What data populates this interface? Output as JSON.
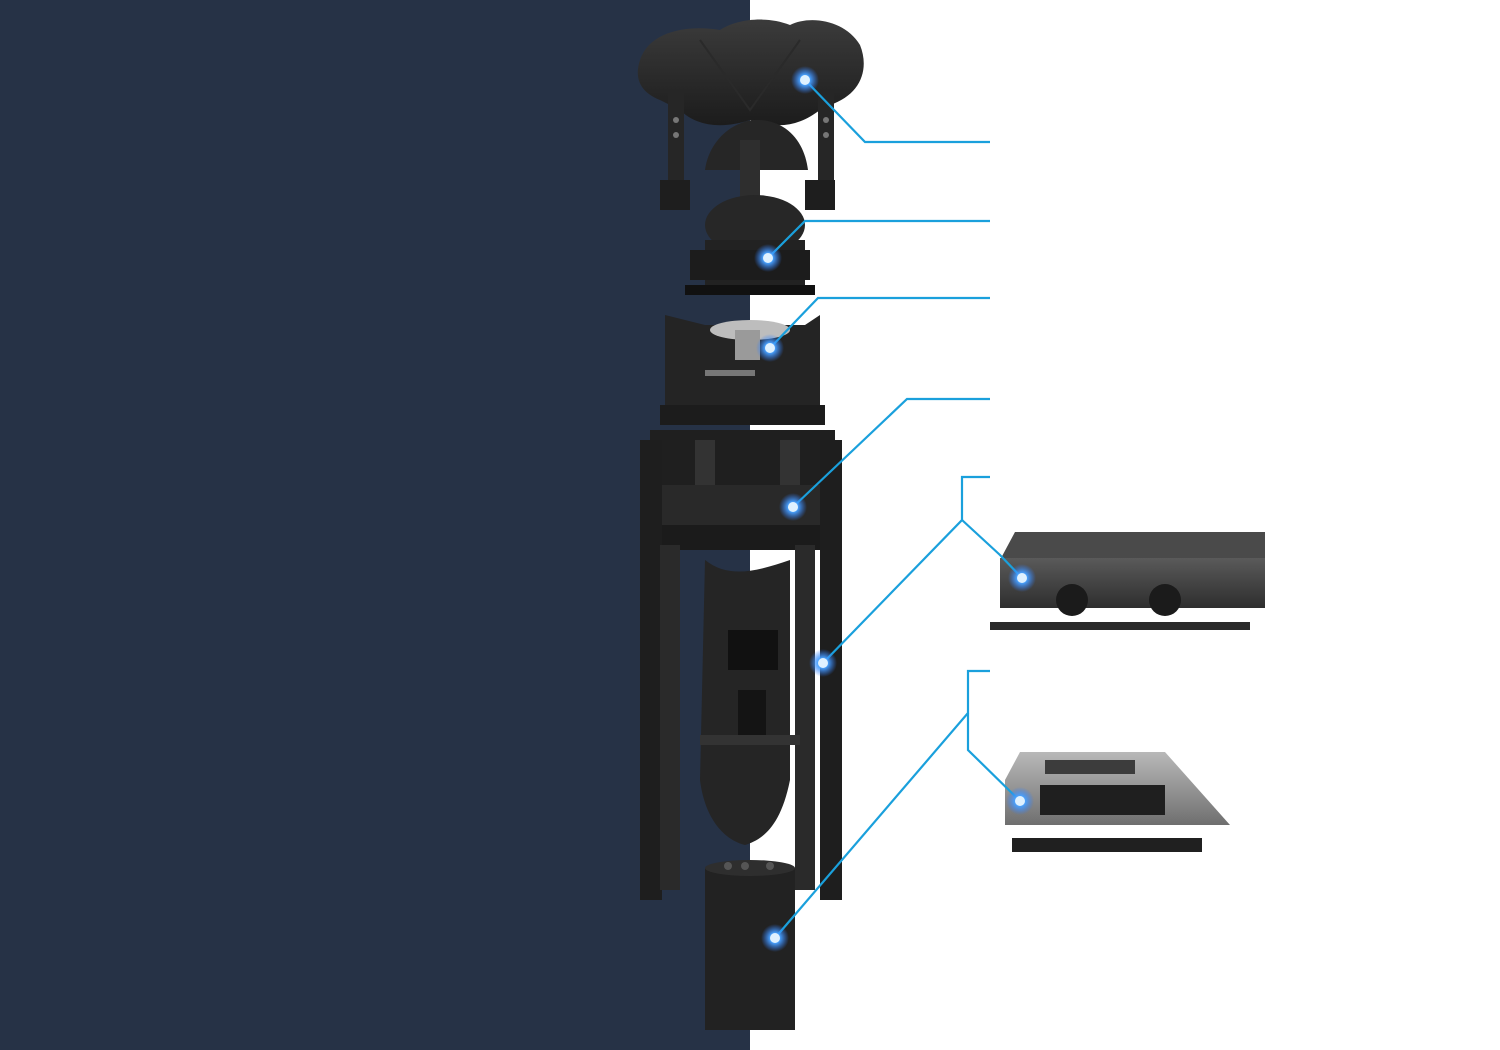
{
  "colors": {
    "left_panel_bg": "#263246",
    "right_panel_bg": "#ffffff",
    "leader_line": "#1aa0dc",
    "hotspot_core": "#5fb8ff",
    "hotspot_glow": "#2f7bff",
    "part_dark": "#1f1f1f",
    "part_mid": "#2c2c2c",
    "part_light": "#3a3a3a",
    "plate_gray": "#4a4a4a",
    "plate_silver": "#9a9a9a"
  },
  "components": [
    {
      "id": "head-shell",
      "icon": "robot-head-shell-part",
      "hotspot": "hotspot-head-shell"
    },
    {
      "id": "neck-unit",
      "icon": "robot-neck-unit-part",
      "hotspot": "hotspot-neck-unit"
    },
    {
      "id": "neck-joint",
      "icon": "robot-neck-joint-part",
      "hotspot": "hotspot-neck-joint"
    },
    {
      "id": "shoulder-mechanism",
      "icon": "robot-shoulder-part",
      "hotspot": "hotspot-shoulder"
    },
    {
      "id": "torso-frame",
      "icon": "robot-torso-frame-part",
      "hotspot": "hotspot-torso-frame"
    },
    {
      "id": "base-cylinder",
      "icon": "robot-base-cylinder-part",
      "hotspot": "hotspot-base"
    },
    {
      "id": "control-box",
      "icon": "control-box-module",
      "hotspot": "hotspot-control-box"
    },
    {
      "id": "mounting-bracket",
      "icon": "mounting-bracket-module",
      "hotspot": "hotspot-mounting-bracket"
    }
  ]
}
